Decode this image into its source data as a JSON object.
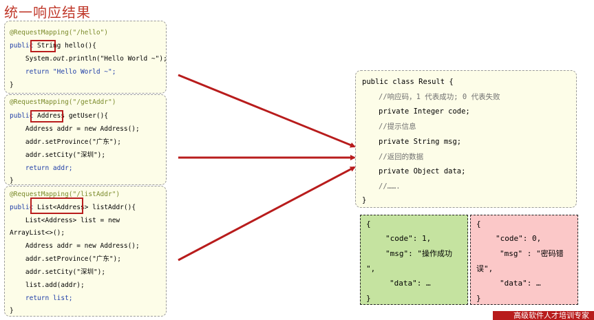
{
  "title": "统一响应结果",
  "methods": [
    {
      "lines": [
        [
          "@RequestMapping(\"/hello\")"
        ],
        [
          "public ",
          "String",
          " hello(){"
        ],
        [
          "    System.",
          "out",
          ".println(\"Hello World ~\");"
        ],
        [
          "    return \"Hello World ~\";"
        ],
        [
          "}"
        ]
      ]
    },
    {
      "lines": [
        [
          "@RequestMapping(\"/getAddr\")"
        ],
        [
          "public ",
          "Address",
          " getUser(){"
        ],
        [
          "    Address addr = new Address();"
        ],
        [
          "    addr.setProvince(\"广东\");"
        ],
        [
          "    addr.setCity(\"深圳\");"
        ],
        [
          "    return addr;"
        ],
        [
          "}"
        ]
      ]
    },
    {
      "lines": [
        [
          "@RequestMapping(\"/listAddr\")"
        ],
        [
          "public ",
          "List<Address>",
          " listAddr(){"
        ],
        [
          "    List<Address> list = new"
        ],
        [
          "ArrayList<>();"
        ],
        [
          "    Address addr = new Address();"
        ],
        [
          "    addr.setProvince(\"广东\");"
        ],
        [
          "    addr.setCity(\"深圳\");"
        ],
        [
          "    list.add(addr);"
        ],
        [
          "    return list;"
        ],
        [
          "}"
        ]
      ]
    }
  ],
  "result_class": {
    "header": "public class Result {",
    "lines": [
      "//响应码，1 代表成功; 0 代表失败",
      "private Integer code;",
      "//提示信息",
      "private String msg;",
      "//返回的数据",
      "private Object data;",
      "//……."
    ],
    "footer": "}"
  },
  "json_success": {
    "color": "#c5e3a0",
    "lines": [
      "{",
      "\"code\": 1,",
      "\"msg\": \"操作成功",
      "\",",
      "\"data\": …",
      "}"
    ]
  },
  "json_error": {
    "color": "#fbc8c8",
    "lines": [
      "{",
      "\"code\": 0,",
      "\"msg\" : \"密码错",
      "误\",",
      "\"data\": …",
      "}"
    ]
  },
  "footer_text": "高级软件人才培训专家",
  "colors": {
    "accent": "#b81c1c",
    "title": "#c0392b",
    "code_bg": "#fdfde8"
  }
}
